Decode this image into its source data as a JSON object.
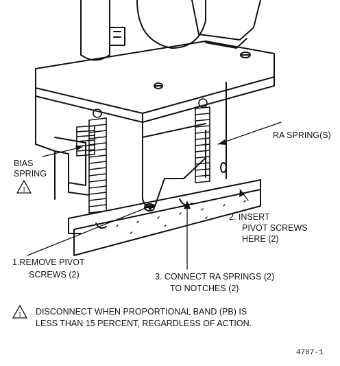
{
  "labels": {
    "ra_springs": "RA SPRING(S)",
    "bias_line1": "BIAS",
    "bias_line2": "SPRING",
    "insert_line1": "2. INSERT",
    "insert_line2": "PIVOT SCREWS",
    "insert_line3": "HERE (2)",
    "remove_line1": "1.REMOVE PIVOT",
    "remove_line2": "SCREWS (2)",
    "connect_line1": "3. CONNECT RA SPRINGS (2)",
    "connect_line2": "TO NOTCHES (2)"
  },
  "warning_marker": "1",
  "note": {
    "line1": "DISCONNECT WHEN PROPORTIONAL BAND (PB) IS",
    "line2": "LESS THAN 15 PERCENT, REGARDLESS OF ACTION."
  },
  "figure_number": "4707-1"
}
